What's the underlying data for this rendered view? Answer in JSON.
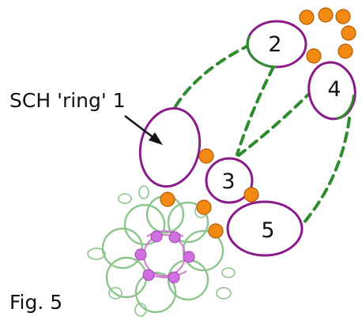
{
  "diagram": {
    "callout_label": "SCH 'ring' 1",
    "figure_caption": "Fig. 5",
    "ring_numbers": [
      "2",
      "3",
      "4",
      "5"
    ],
    "colors": {
      "ring_purple": "#8a1a8a",
      "ring_green": "#2e8b2e",
      "chain_dashed": "#2e8b2e",
      "bead_orange": "#f28a12",
      "bead_outline": "#b35a00",
      "motif_green": "#8cc48c",
      "motif_pink": "#d27ad2",
      "motif_bead": "#d070e0"
    }
  }
}
